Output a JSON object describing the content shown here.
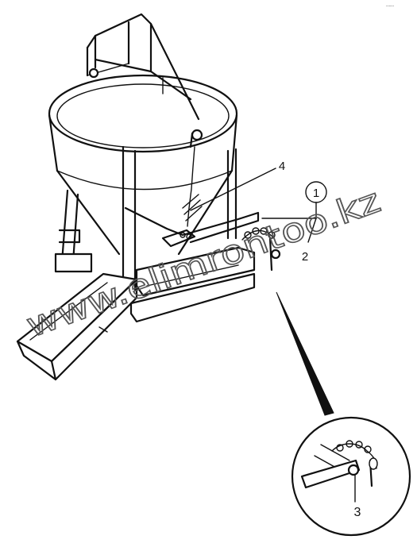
{
  "corner_mark": "......",
  "callouts": {
    "c1": "1",
    "c2": "2",
    "c3": "3",
    "c4": "4"
  },
  "watermark": "www.elimrontoo.kz"
}
